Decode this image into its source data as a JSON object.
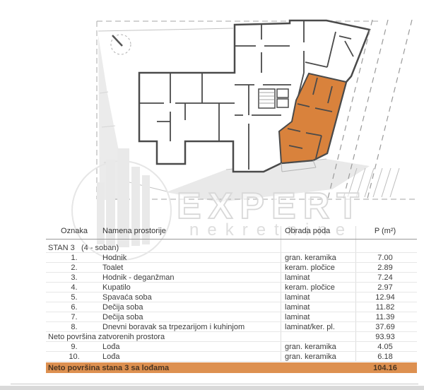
{
  "watermark": {
    "brand": "EXPERT",
    "brand_sub": "nekretnine"
  },
  "plan": {
    "highlight_color": "#d9823c",
    "compass": "north-arrow",
    "highlighted_unit": "STAN 3"
  },
  "table": {
    "headers": {
      "oznaka": "Oznaka",
      "namena": "Namena prostorije",
      "obrada": "Obrada poda",
      "p": "P (m²)"
    },
    "total_row_color": "#dd9050",
    "rows": [
      {
        "type": "section",
        "label": "STAN 3",
        "label2": "(4 - soban)"
      },
      {
        "type": "room",
        "no": "1.",
        "name": "Hodnik",
        "floor": "gran. keramika",
        "area": "7.00"
      },
      {
        "type": "room",
        "no": "2.",
        "name": "Toalet",
        "floor": "keram. pločice",
        "area": "2.89"
      },
      {
        "type": "room",
        "no": "3.",
        "name": "Hodnik - deganžman",
        "floor": "laminat",
        "area": "7.24"
      },
      {
        "type": "room",
        "no": "4.",
        "name": "Kupatilo",
        "floor": "keram. pločice",
        "area": "2.97"
      },
      {
        "type": "room",
        "no": "5.",
        "name": "Spavaća soba",
        "floor": "laminat",
        "area": "12.94"
      },
      {
        "type": "room",
        "no": "6.",
        "name": "Dečija soba",
        "floor": "laminat",
        "area": "11.82"
      },
      {
        "type": "room",
        "no": "7.",
        "name": "Dečija soba",
        "floor": "laminat",
        "area": "11.39"
      },
      {
        "type": "room",
        "no": "8.",
        "name": "Dnevni boravak sa trpezarijom i kuhinjom",
        "floor": "laminat/ker. pl.",
        "area": "37.69"
      },
      {
        "type": "subtotal",
        "label": "Neto površina zatvorenih prostora",
        "area": "93.93"
      },
      {
        "type": "room",
        "no": "9.",
        "name": "Lođa",
        "floor": "gran. keramika",
        "area": "4.05"
      },
      {
        "type": "room",
        "no": "10.",
        "name": "Lođa",
        "floor": "gran. keramika",
        "area": "6.18"
      },
      {
        "type": "total",
        "label": "Neto površina stana 3 sa lođama",
        "area": "104.16"
      }
    ]
  }
}
